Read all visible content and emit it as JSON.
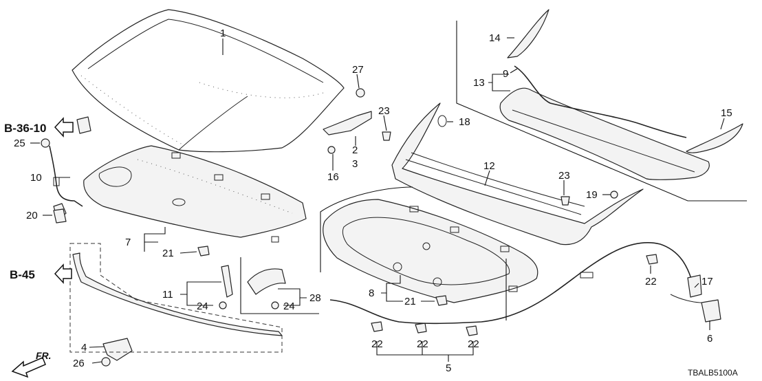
{
  "labels": {
    "p1": "1",
    "p2": "2",
    "p3": "3",
    "p4": "4",
    "p5": "5",
    "p6": "6",
    "p7": "7",
    "p8": "8",
    "p9": "9",
    "p10": "10",
    "p11": "11",
    "p12": "12",
    "p13": "13",
    "p14": "14",
    "p15": "15",
    "p16": "16",
    "p17": "17",
    "p18": "18",
    "p19": "19",
    "p20": "20",
    "p21a": "21",
    "p21b": "21",
    "p22a": "22",
    "p22b": "22",
    "p22c": "22",
    "p22d": "22",
    "p23a": "23",
    "p23b": "23",
    "p24a": "24",
    "p24b": "24",
    "p25": "25",
    "p26": "26",
    "p27": "27",
    "p28": "28"
  },
  "refs": {
    "b3610": "B-36-10",
    "b45": "B-45"
  },
  "direction_label": "FR.",
  "diagram_code": "TBALB5100A"
}
